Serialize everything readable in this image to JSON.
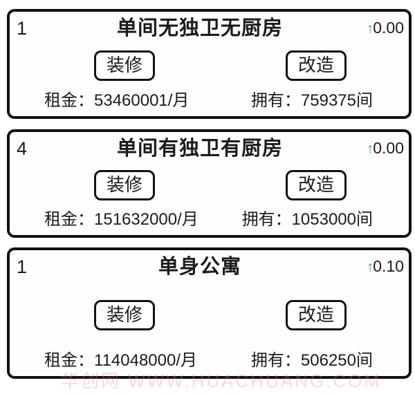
{
  "colors": {
    "card_border": "#111111",
    "text": "#1b1b1b",
    "arrow_green": "#3bb54a",
    "watermark_pink": "#e976a2"
  },
  "watermark": {
    "text": "华创网 WWW.HUACHUANG.COM"
  },
  "cards": [
    {
      "level": "1",
      "title": "单间无独卫无厨房",
      "arrow_icon": "↑",
      "change": "0.00",
      "renovate_label": "装修",
      "remodel_label": "改造",
      "rent": "租金：53460001/月",
      "owned": "拥有：759375间"
    },
    {
      "level": "4",
      "title": "单间有独卫有厨房",
      "arrow_icon": "↑",
      "change": "0.00",
      "renovate_label": "装修",
      "remodel_label": "改造",
      "rent": "租金：151632000/月",
      "owned": "拥有：1053000间"
    },
    {
      "level": "1",
      "title": "单身公寓",
      "arrow_icon": "↑",
      "change": "0.10",
      "renovate_label": "装修",
      "remodel_label": "改造",
      "rent": "租金：114048000/月",
      "owned": "拥有：506250间"
    }
  ]
}
